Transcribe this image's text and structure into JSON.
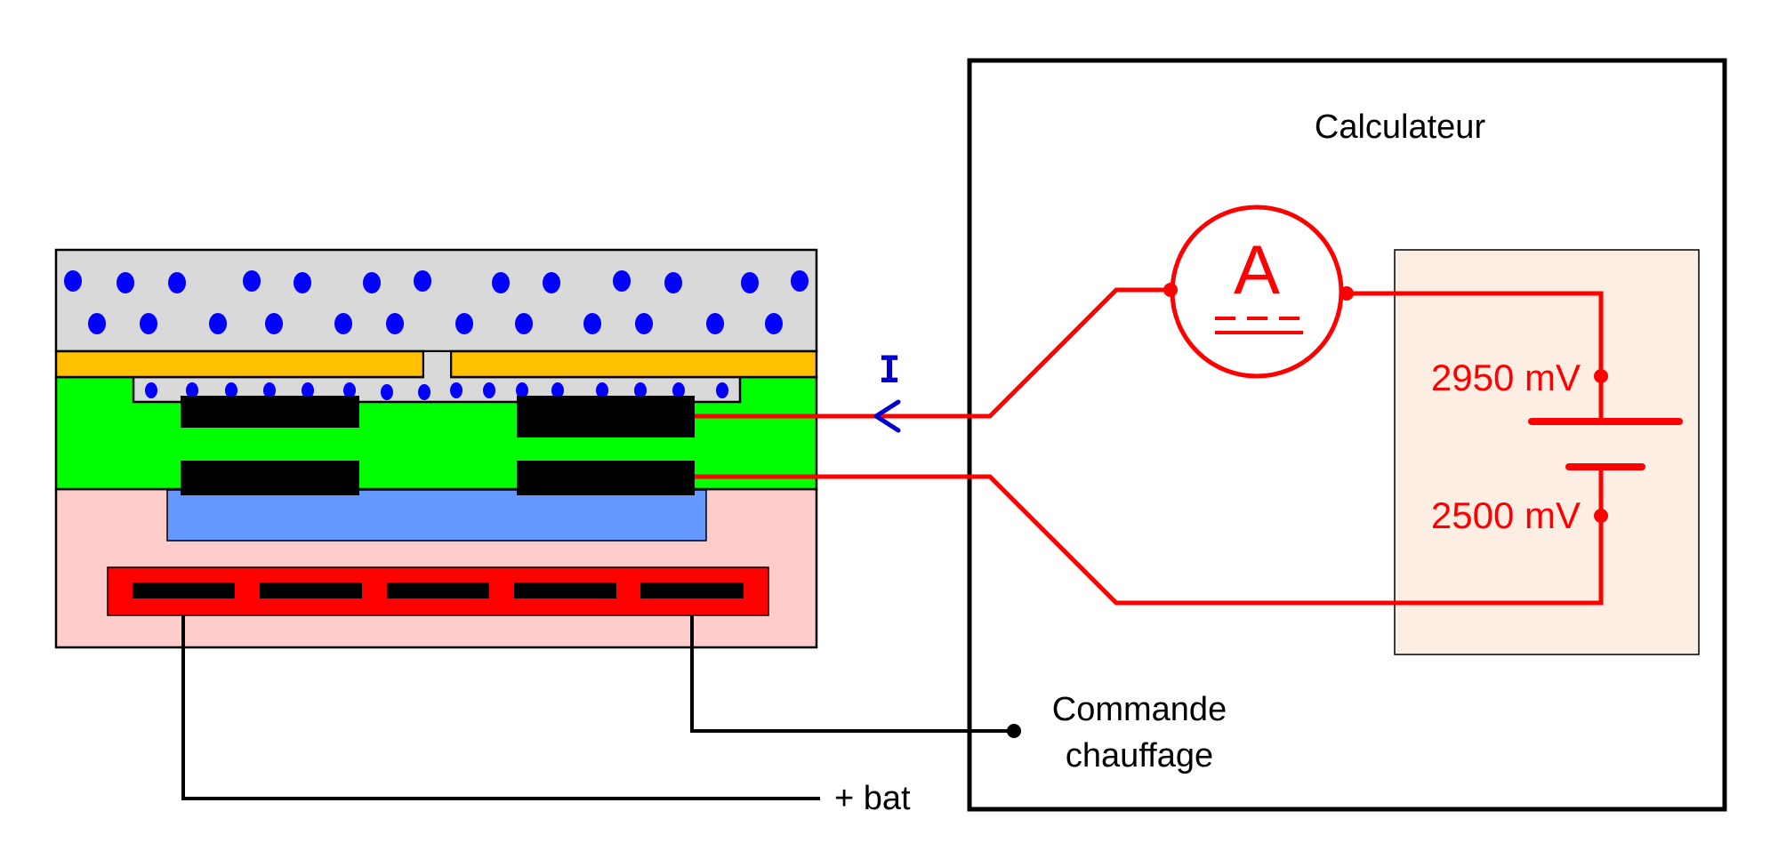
{
  "diagram": {
    "subject": "Oxygen sensor (lambda probe) connected to ECU",
    "colors": {
      "gas_layer": "#d9d9d9",
      "particles": "#0000ff",
      "protective_layer": "#ffc000",
      "electrolyte": "#00ff00",
      "electrode": "#000000",
      "reference_cavity": "#6699ff",
      "substrate": "#ffcccc",
      "heater": "#ff0000",
      "circuit_wire": "#ff0000",
      "ecu_panel": "#fdeee4",
      "current_label": "#0000cc",
      "outline": "#000000"
    }
  },
  "calculateur": {
    "title": "Calculateur"
  },
  "ammeter": {
    "symbol": "A"
  },
  "voltages": {
    "upper": "2950 mV",
    "lower": "2500 mV"
  },
  "current": {
    "label": "I",
    "direction": "left"
  },
  "labels": {
    "commande_line1": "Commande",
    "commande_line2": "chauffage",
    "battery": "+ bat"
  }
}
